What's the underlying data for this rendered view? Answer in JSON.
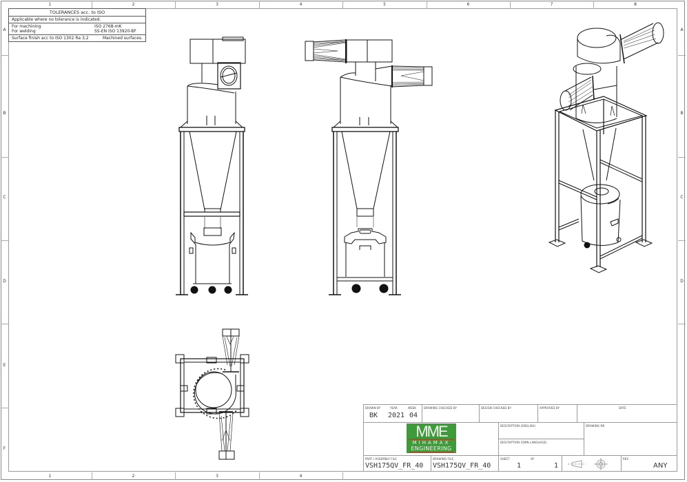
{
  "sheet": {
    "zones_horizontal": [
      "1",
      "2",
      "3",
      "4",
      "5",
      "6",
      "7",
      "8"
    ],
    "zones_vertical": [
      "A",
      "B",
      "C",
      "D",
      "E",
      "F"
    ]
  },
  "tolerances": {
    "title": "TOLERANCES  acc. to  ISO",
    "note": "Applicable where no tolerance is indicated.",
    "machining_label": "For machining",
    "machining_value": "ISO 2768-mK",
    "welding_label": "For welding",
    "welding_value": "SS-EN ISO 13920-BF",
    "surface_finish": "Surface finish acc to ISO 1302 Ra 3,2",
    "surface_note": "Machined surfaces."
  },
  "views": {
    "front": "front-view",
    "side": "side-view",
    "top": "top-view",
    "isometric": "isometric-view"
  },
  "title_block": {
    "drawn_by_label": "DRAWN BY",
    "drawn_by": "BK",
    "year_label": "YEAR",
    "year": "2021",
    "week_label": "WEEK",
    "week": "04",
    "drawing_checked_label": "DRAWING CHECKED BY",
    "design_checked_label": "DESIGN CHECKED BY",
    "approved_label": "APPROVED BY",
    "date_label": "DATE",
    "desc_english_label": "DESCRIPTION (ENGLISH)",
    "desc_own_label": "DESCRIPTION (OWN LANGUAGE)",
    "drawing_no_label": "DRAWING NR",
    "part_file_label": "PART / ASSEMBLY FILE",
    "part_file": "VSH175QV_FR_40",
    "drawing_file_label": "DRAWING FILE",
    "drawing_file": "VSH175QV_FR_40",
    "sheet_label": "SHEET",
    "sheet": "1",
    "of_label": "OF",
    "of": "1",
    "rev_label": "REV",
    "rev": "ANY",
    "projection_icon": "third-angle-projection-icon"
  },
  "logo": {
    "mark": "MME",
    "line1": "MIHAMAX",
    "line2": "ENGINEERING",
    "bg_color": "#3f9a3c",
    "bar_color": "#a0552b"
  }
}
